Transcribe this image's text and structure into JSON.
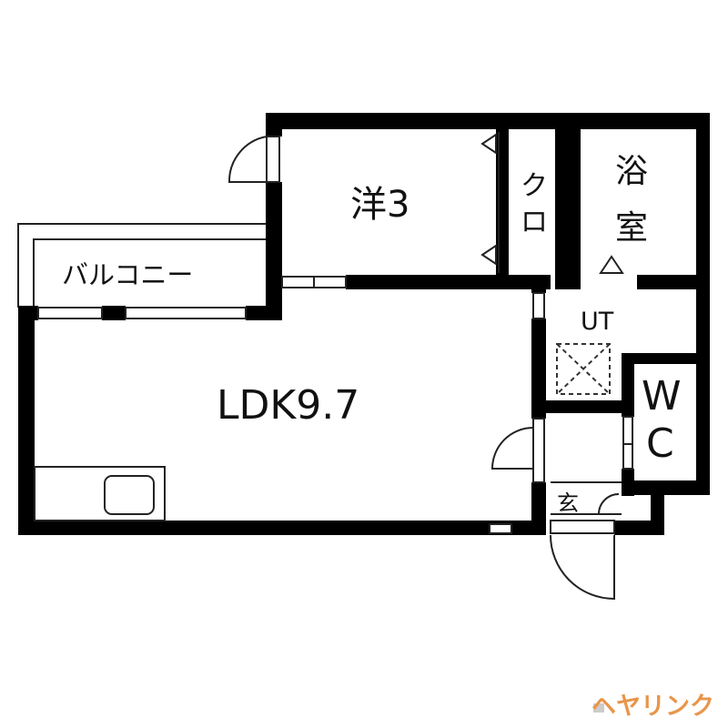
{
  "rooms": {
    "western_room": "洋3",
    "closet": "クロ",
    "bathroom": "浴室",
    "balcony": "バルコニー",
    "ldk": "LDK9.7",
    "utility": "UT",
    "wc_w": "W",
    "wc_c": "C",
    "entrance": "玄"
  },
  "logo": {
    "text": "ヘヤリンク",
    "color": "#e8954a"
  },
  "colors": {
    "wall": "#000000",
    "line": "#222222"
  }
}
